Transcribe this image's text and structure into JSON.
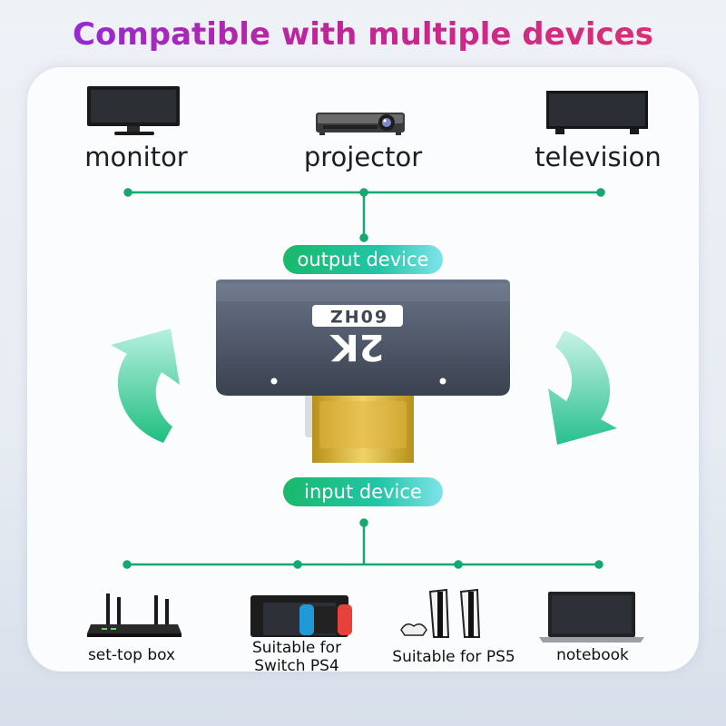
{
  "headline": "Compatible with multiple devices",
  "output_label": "output device",
  "input_label": "input device",
  "adapter": {
    "resolution": "2K",
    "refresh": "60HZ"
  },
  "output_devices": [
    {
      "label": "monitor",
      "icon": "monitor-icon"
    },
    {
      "label": "projector",
      "icon": "projector-icon"
    },
    {
      "label": "television",
      "icon": "television-icon"
    }
  ],
  "input_devices": [
    {
      "label": "set-top box",
      "icon": "set-top-box-icon"
    },
    {
      "label_line1": "Suitable for",
      "label_line2": "Switch PS4",
      "icon": "game-console-icon"
    },
    {
      "label": "Suitable for PS5",
      "icon": "ps5-icon"
    },
    {
      "label": "notebook",
      "icon": "notebook-icon"
    }
  ],
  "colors": {
    "headline_start": "#8a2be2",
    "headline_end": "#e0306a",
    "connector": "#15a870",
    "pill_start": "#19b96b",
    "pill_end": "#7fe3ea",
    "arrow": "#36c596",
    "adapter_body": "#4c5566",
    "connector_gold": "#d3ae2c"
  }
}
